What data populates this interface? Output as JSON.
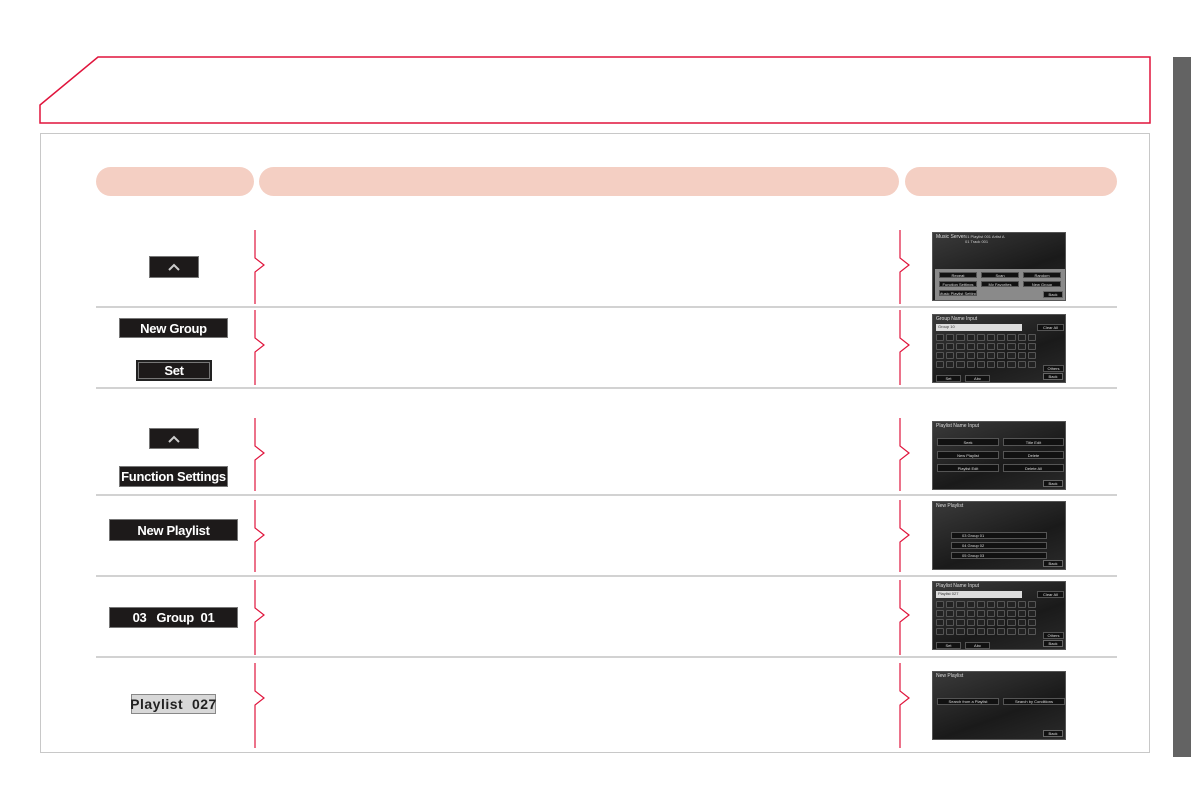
{
  "colors": {
    "accent_red": "#e0143c",
    "pill": "#f4cfc3",
    "sidebar": "#636363"
  },
  "steps": [
    {
      "buttons": [
        {
          "label": "",
          "icon": "chevron-up-icon"
        }
      ],
      "screen": {
        "title": "Music Server",
        "info": [
          "01 Playlist 001  Artist A",
          "01 Track 001"
        ],
        "buttons": [
          "Repeat",
          "Scan",
          "Random",
          "Function Settings",
          "My Favorites",
          "New Group",
          "Music Playlist Setting"
        ],
        "back": "Back"
      }
    },
    {
      "buttons": [
        {
          "label": "New Group"
        },
        {
          "label": "Set"
        }
      ],
      "screen": {
        "title": "Group Name Input",
        "field": "Group 10",
        "buttons": [
          "Clear All",
          "Others",
          "Set",
          "Abc"
        ],
        "back": "Back"
      }
    },
    {
      "buttons": [
        {
          "label": "",
          "icon": "chevron-up-icon"
        },
        {
          "label": "Function Settings"
        }
      ],
      "screen": {
        "title": "Playlist Name Input",
        "buttons": [
          "Seek",
          "Title Edit",
          "New Playlist",
          "Delete",
          "Playlist Edit",
          "Delete All"
        ],
        "back": "Back"
      }
    },
    {
      "buttons": [
        {
          "label": "New Playlist"
        }
      ],
      "screen": {
        "title": "New Playlist",
        "items": [
          "03 Group 01",
          "04 Group 02",
          "05 Group 03"
        ],
        "back": "Back"
      }
    },
    {
      "buttons": [
        {
          "label": "03   Group  01"
        }
      ],
      "screen": {
        "title": "Playlist Name Input",
        "field": "Playlist 027",
        "buttons": [
          "Clear All",
          "Others",
          "Set",
          "Abc"
        ],
        "back": "Back"
      }
    },
    {
      "buttons": [
        {
          "label": "Playlist  027"
        }
      ],
      "screen": {
        "title": "New Playlist",
        "buttons": [
          "Search from a Playlist",
          "Search by Conditions"
        ],
        "back": "Back"
      }
    }
  ]
}
